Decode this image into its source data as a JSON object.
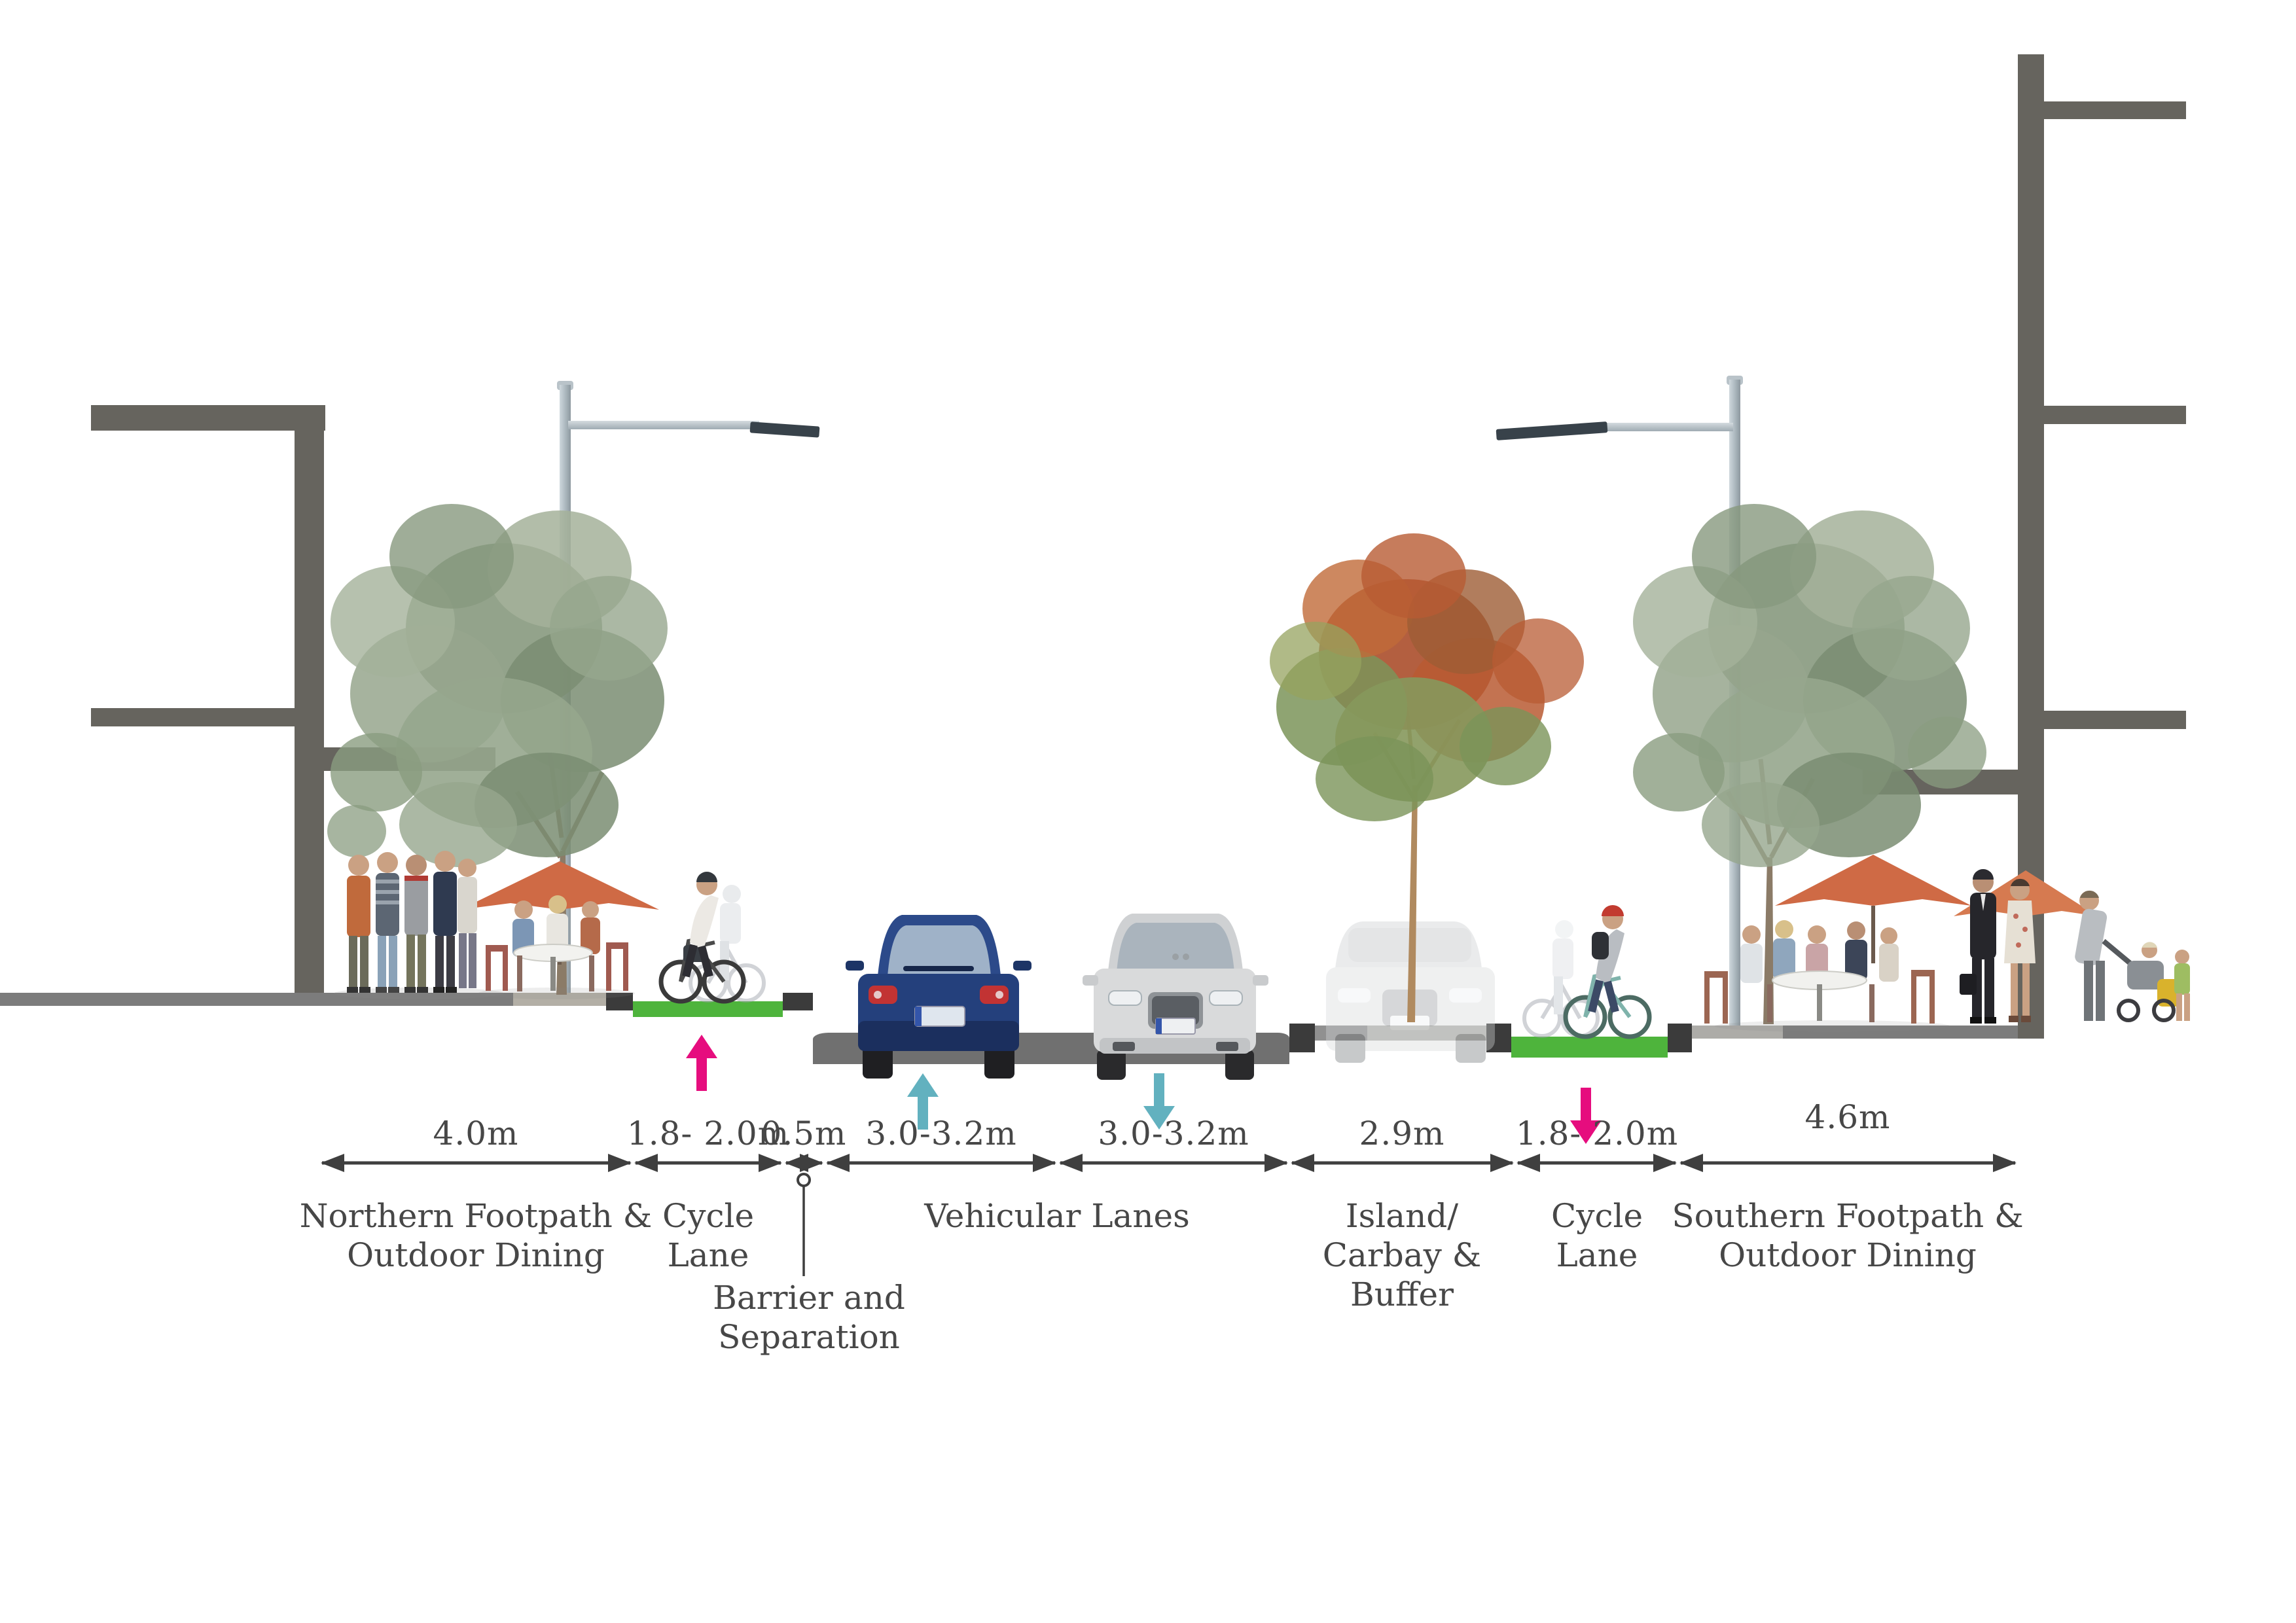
{
  "diagram": {
    "kind": "street-cross-section",
    "units": "metres",
    "segments": [
      {
        "width_label": "4.0m",
        "zone_label_lines": [
          "Northern Footpath &",
          "Outdoor Dining"
        ]
      },
      {
        "width_label": "1.8- 2.0m",
        "zone_label_lines": [
          "Cycle",
          "Lane"
        ]
      },
      {
        "width_label": "0.5m",
        "zone_label_lines": [
          "Barrier and",
          "Separation"
        ]
      },
      {
        "width_label": "3.0-3.2m",
        "zone_label_lines": []
      },
      {
        "width_label": "3.0-3.2m",
        "zone_label_lines": [
          "Vehicular Lanes"
        ]
      },
      {
        "width_label": "2.9m",
        "zone_label_lines": [
          "Island/",
          "Carbay &",
          "Buffer"
        ]
      },
      {
        "width_label": "1.8- 2.0m",
        "zone_label_lines": [
          "Cycle",
          "Lane"
        ]
      },
      {
        "width_label": "4.6m",
        "zone_label_lines": [
          "Southern Footpath &",
          "Outdoor Dining"
        ]
      }
    ],
    "icons": {
      "cycle_lane_north": "arrow-up-icon",
      "vehicle_lane_up": "arrow-up-icon",
      "vehicle_lane_down": "arrow-down-icon",
      "cycle_lane_south": "arrow-down-icon",
      "barrier_leader": "leader-line-circle-icon"
    },
    "colors": {
      "text": "#474747",
      "building_gray": "#66645e",
      "footpath_gray": "#7c7c7c",
      "tactile_paving": "#b3afa6",
      "island_light": "#b5b5b0",
      "island_mid": "#909090",
      "road_gray": "#707070",
      "barrier_block": "#3b3b3b",
      "cycle_lane_green": "#4eb43c",
      "cycle_arrow_pink": "#e60d7e",
      "vehicle_arrow_teal": "#62b1bf",
      "umbrella_orange": "#cf6a45"
    }
  }
}
